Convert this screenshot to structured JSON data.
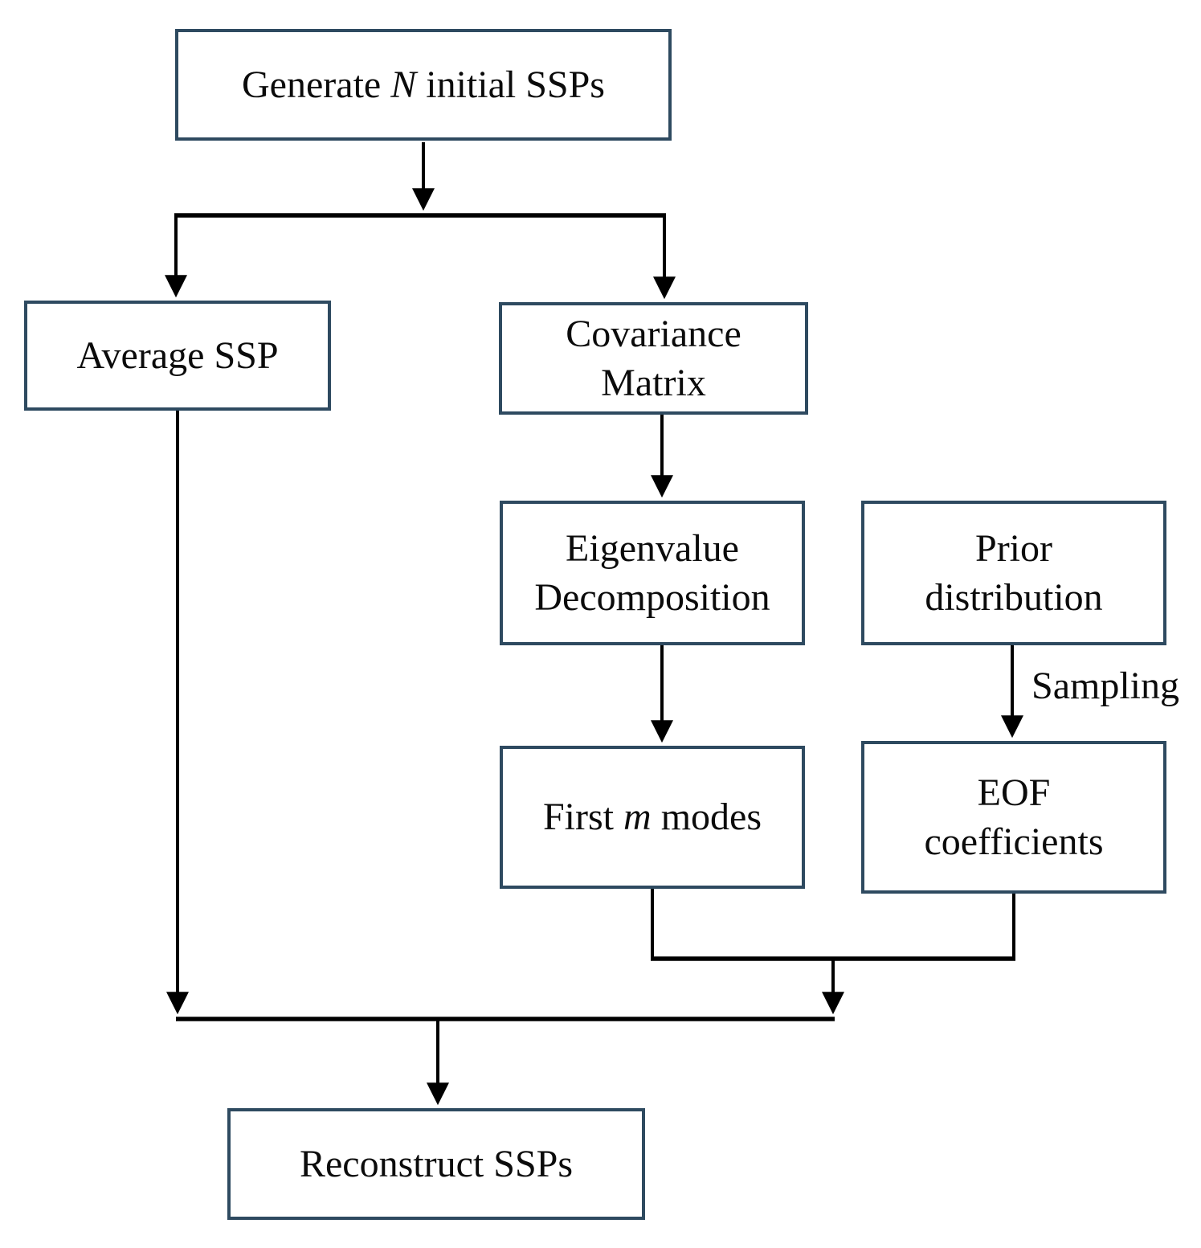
{
  "diagram": {
    "nodes": {
      "generate": {
        "prefix": "Generate ",
        "italic": "N",
        "suffix": " initial SSPs"
      },
      "average": {
        "label": "Average SSP"
      },
      "covariance": {
        "line1": "Covariance",
        "line2": "Matrix"
      },
      "eigenvalue": {
        "line1": "Eigenvalue",
        "line2": "Decomposition"
      },
      "prior": {
        "line1": "Prior",
        "line2": "distribution"
      },
      "first_modes": {
        "prefix": "First ",
        "italic": "m",
        "suffix": " modes"
      },
      "eof": {
        "line1": "EOF",
        "line2": "coefficients"
      },
      "reconstruct": {
        "label": "Reconstruct SSPs"
      }
    },
    "edge_labels": {
      "sampling": "Sampling"
    },
    "colors": {
      "box_border": "#2e4a60",
      "line": "#000000",
      "text": "#0b0b0b",
      "background": "#ffffff"
    }
  }
}
